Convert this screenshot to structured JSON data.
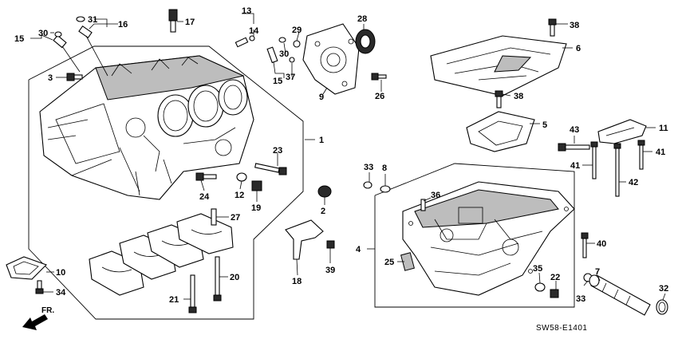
{
  "diagram_code": "SW58-E1401",
  "direction_label": "FR.",
  "callouts": {
    "c1": "1",
    "c2": "2",
    "c3": "3",
    "c4": "4",
    "c5": "5",
    "c6": "6",
    "c7": "7",
    "c8": "8",
    "c9": "9",
    "c10": "10",
    "c11": "11",
    "c12": "12",
    "c13": "13",
    "c14": "14",
    "c15a": "15",
    "c15b": "15",
    "c16": "16",
    "c17": "17",
    "c18": "18",
    "c19": "19",
    "c20": "20",
    "c21": "21",
    "c22": "22",
    "c23": "23",
    "c24": "24",
    "c25": "25",
    "c26": "26",
    "c27": "27",
    "c28": "28",
    "c29": "29",
    "c30a": "30",
    "c30b": "30",
    "c31": "31",
    "c32": "32",
    "c33a": "33",
    "c33b": "33",
    "c34": "34",
    "c35": "35",
    "c36": "36",
    "c37": "37",
    "c38a": "38",
    "c38b": "38",
    "c39": "39",
    "c40": "40",
    "c41a": "41",
    "c41b": "41",
    "c42": "42",
    "c43": "43"
  }
}
